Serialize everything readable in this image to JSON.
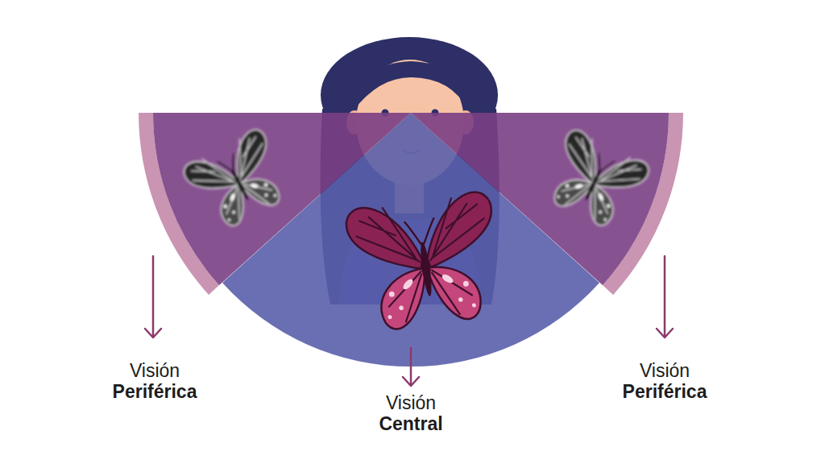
{
  "diagram": {
    "labels": [
      "Visión",
      "Periférica",
      "Visión",
      "Central",
      "Visión",
      "Periférica"
    ]
  }
}
